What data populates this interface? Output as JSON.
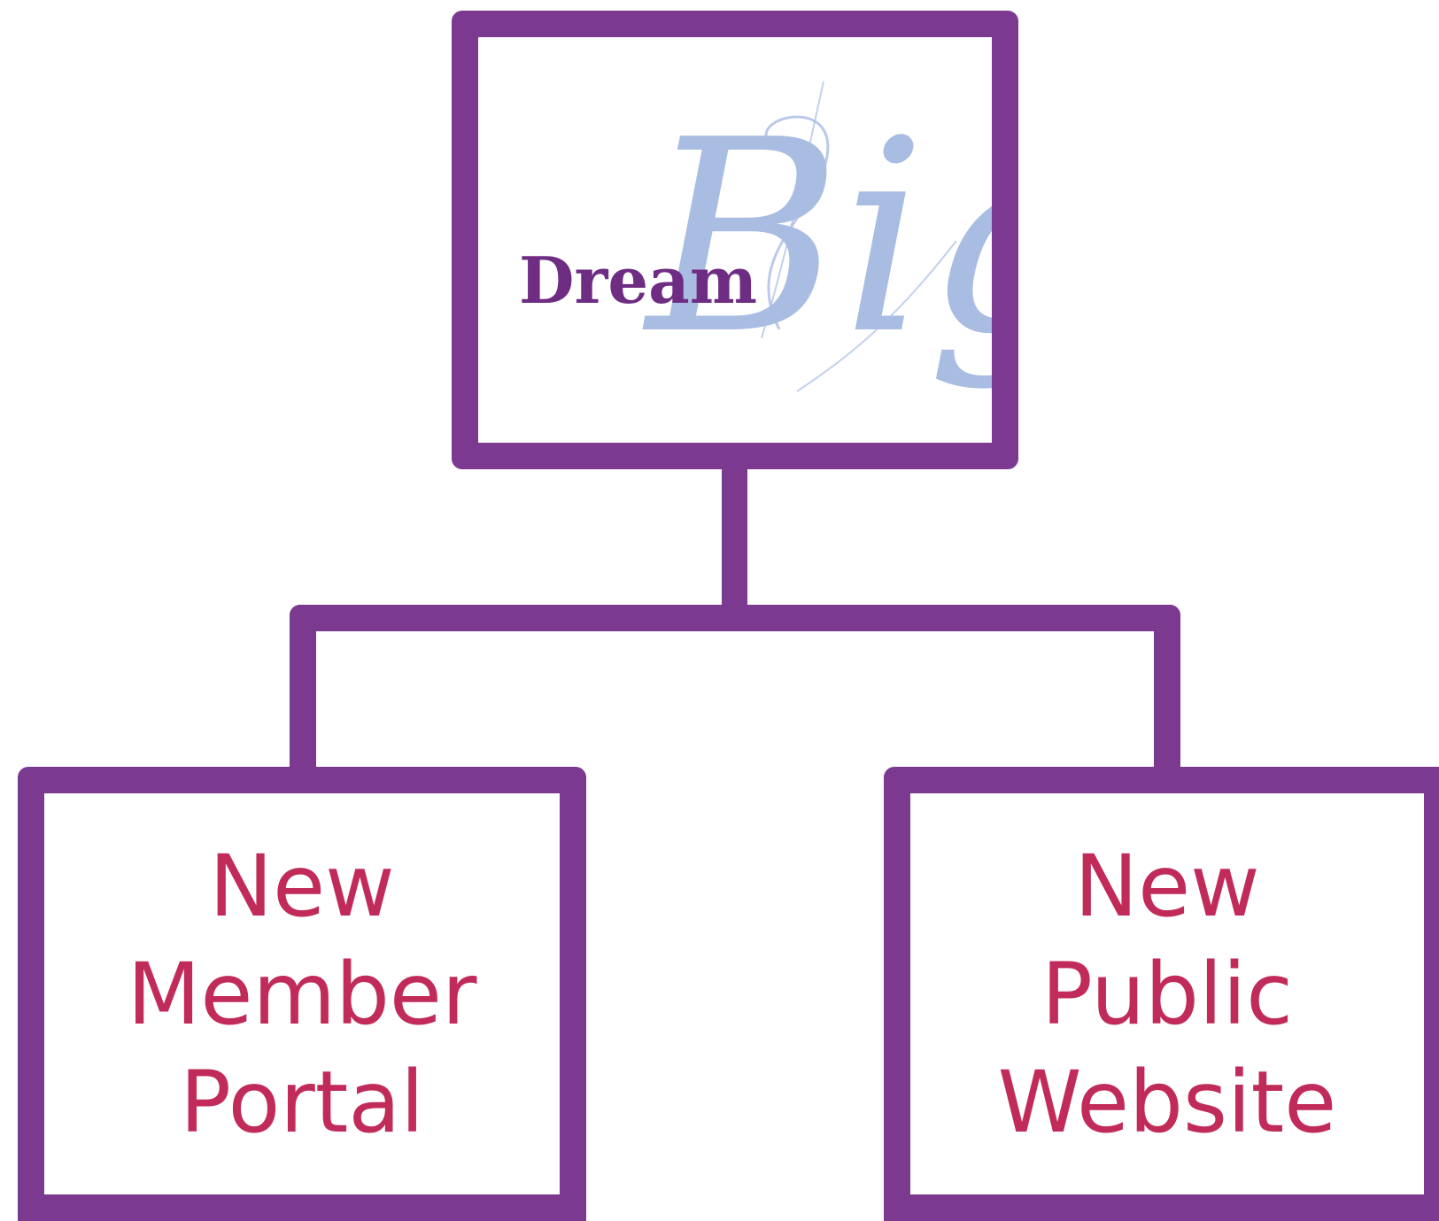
{
  "diagram": {
    "root": {
      "logo_word_primary": "Dream",
      "logo_word_script": "Big"
    },
    "children": [
      {
        "lines": [
          "New",
          "Member",
          "Portal"
        ]
      },
      {
        "lines": [
          "New",
          "Public",
          "Website"
        ]
      }
    ]
  },
  "colors": {
    "border": "#7b3990",
    "label_text": "#c02b5a",
    "logo_primary": "#6e2d83",
    "logo_script": "#a9bde2"
  }
}
